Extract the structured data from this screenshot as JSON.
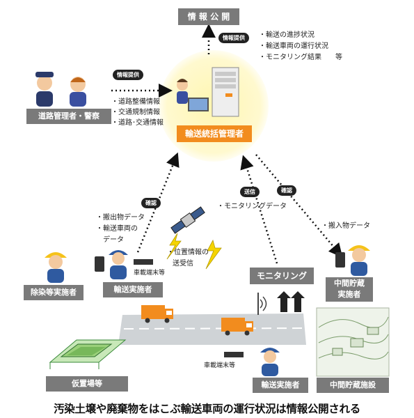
{
  "public_disclosure": "情 報 公 開",
  "info_provision_label": "情報提供",
  "disclosure_items": [
    "・輸送の進捗状況",
    "・輸送車両の運行状況",
    "・モニタリング結果　　等"
  ],
  "road_info_items": [
    "・道路整備情報",
    "・交通規制情報",
    "・道路･交通情報"
  ],
  "road_admin_label": "道路管理者・警察",
  "central_manager_label": "輸送統括管理者",
  "confirm_label": "確認",
  "send_label": "送信",
  "monitoring_data": "・モニタリングデータ",
  "carry_out_items": [
    "・搬出物データ",
    "・輸送車両の",
    "データ"
  ],
  "carry_in_data": "・搬入物データ",
  "position_info": [
    "・位置情報の",
    "送受信"
  ],
  "vehicle_terminal_label": "車載端末等",
  "monitoring_label": "モニタリング",
  "decontam_label": "除染等実施者",
  "transport_operator_label": "輸送実施者",
  "interim_storage_operator_label": [
    "中間貯蔵",
    "実施者"
  ],
  "temp_storage_label": "仮置場等",
  "transport_operator_label_2": "輸送実施者",
  "interim_storage_facility_label": "中間貯蔵施設",
  "caption": "汚染土壌や廃棄物をはこぶ輸送車両の運行状況は情報公開される",
  "colors": {
    "gray_box": "#7a7a7a",
    "orange_box": "#f28c1e",
    "glow": "#fff6b0",
    "road": "#cfd3d6",
    "truck": "#f28c1e"
  }
}
